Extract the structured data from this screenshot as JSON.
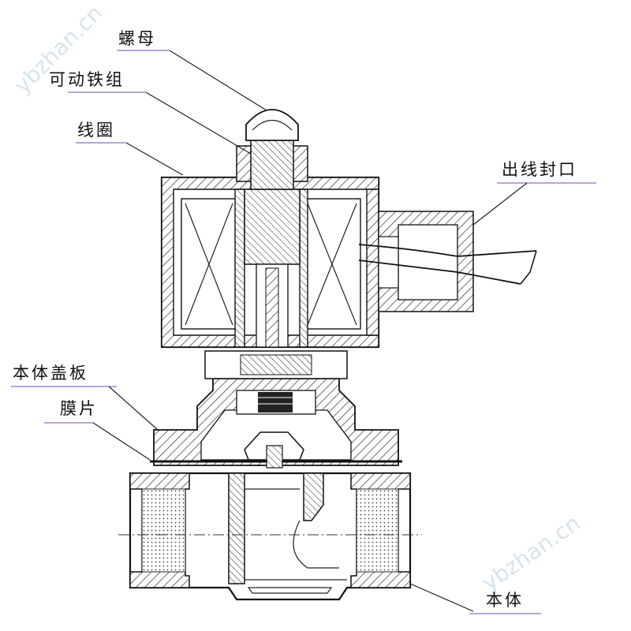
{
  "labels": {
    "nut": "螺母",
    "plunger": "可动铁组",
    "coil": "线圈",
    "cable_seal": "出线封口",
    "bonnet": "本体盖板",
    "diaphragm": "膜片",
    "body": "本体"
  },
  "watermarks": {
    "left": "ybzhan.cn",
    "right": "ybzhan.cn"
  },
  "colors": {
    "ink": "#111111",
    "label_underline": "#b9a6d6",
    "watermark": "#d8e4ec"
  }
}
